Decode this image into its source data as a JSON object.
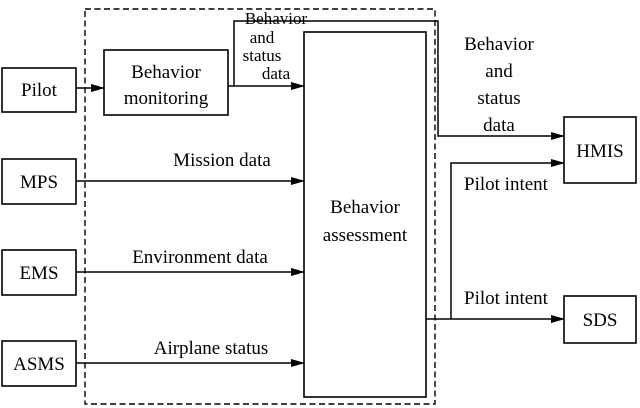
{
  "blocks": {
    "pilot": "Pilot",
    "mps": "MPS",
    "ems": "EMS",
    "asms": "ASMS",
    "behavior_monitoring": [
      "Behavior",
      "monitoring"
    ],
    "behavior_assessment": [
      "Behavior",
      "assessment"
    ],
    "hmis": "HMIS",
    "sds": "SDS"
  },
  "flows": {
    "behavior_status_inner": [
      "Behavior",
      "and",
      "status",
      "data"
    ],
    "behavior_status_outer": [
      "Behavior",
      "and",
      "status",
      "data"
    ],
    "mission_data": "Mission data",
    "environment_data": "Environment data",
    "airplane_status": "Airplane status",
    "pilot_intent_hmis": "Pilot intent",
    "pilot_intent_sds": "Pilot intent"
  },
  "colors": {
    "stroke": "#000000",
    "background": "#ffffff"
  }
}
